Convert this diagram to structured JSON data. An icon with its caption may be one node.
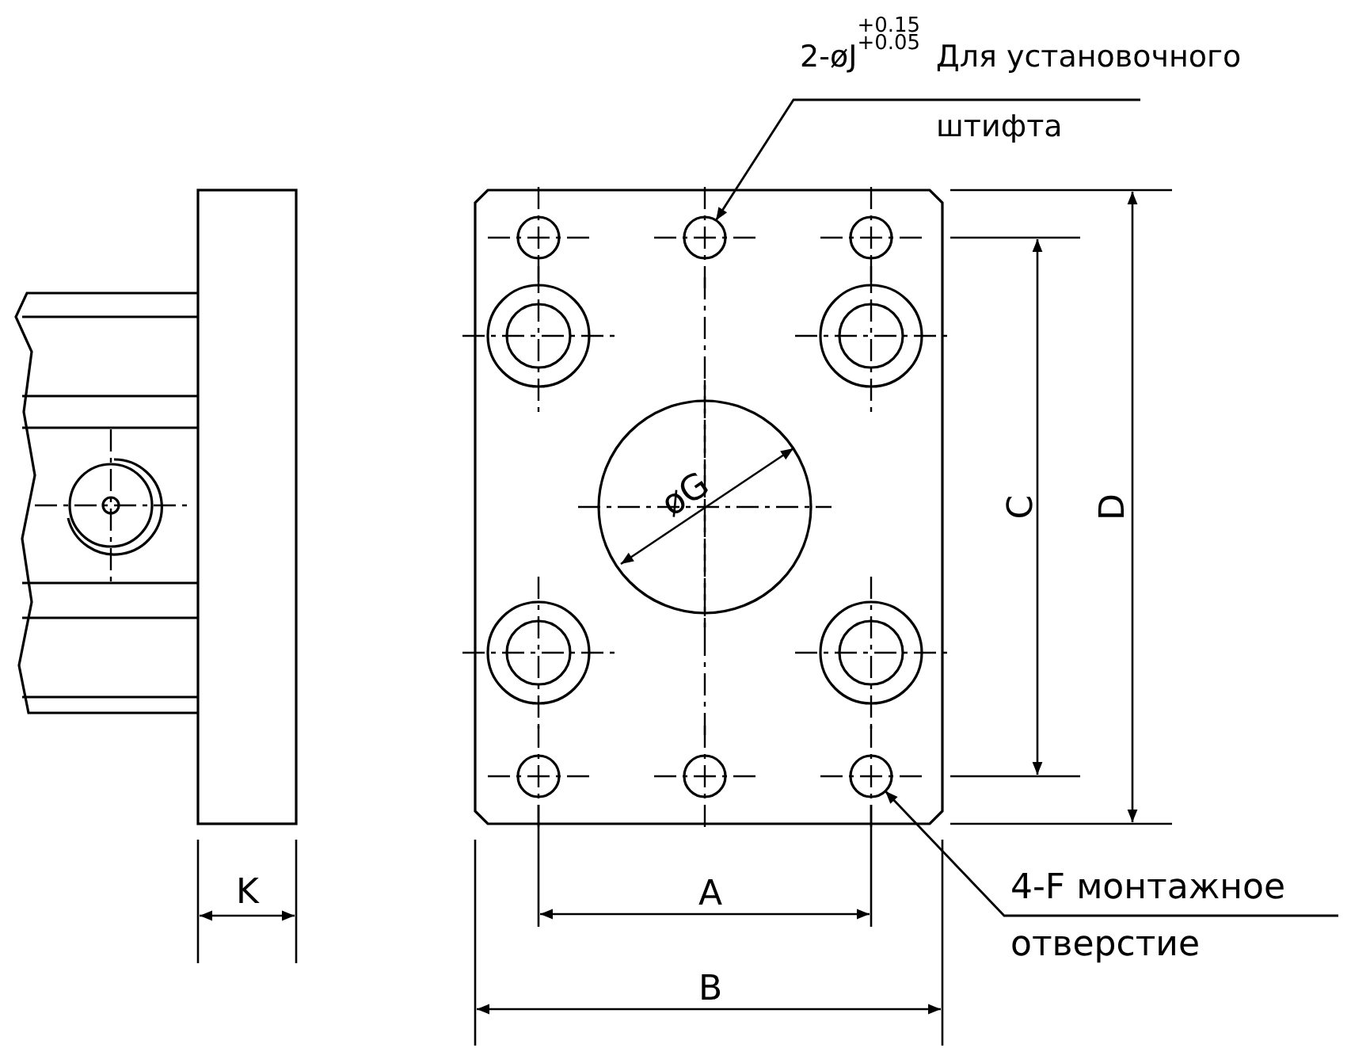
{
  "diagram": {
    "nodes": [
      {
        "text": [
          "2-øJ$^{+0.15}$$_{+0.05}$",
          "Для установочного штифта"
        ]
      },
      {
        "text": [],
        "shape": "circle"
      },
      {
        "text": [
          "4-F монтажное отверстие"
        ]
      },
      {
        "text": [],
        "shape": "circle"
      }
    ],
    "edges": [
      {
        "from": 0,
        "to": 1,
        "arrow": "to"
      },
      {
        "from": 2,
        "to": 3,
        "arrow": "to"
      }
    ],
    "labels": [
      "øG",
      "C",
      "D",
      "K",
      "A",
      "B"
    ]
  }
}
